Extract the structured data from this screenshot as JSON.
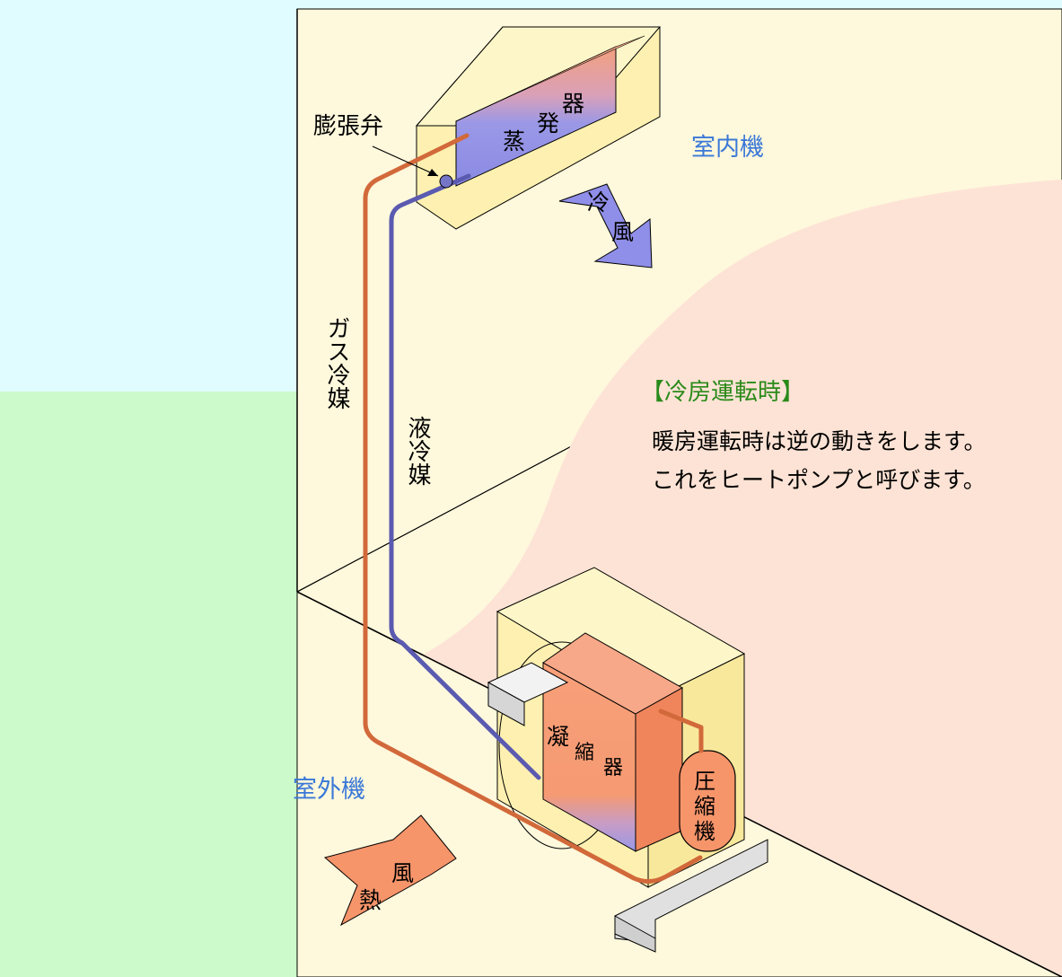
{
  "labels": {
    "expansion_valve": "膨張弁",
    "evaporator": [
      "蒸",
      "発",
      "器"
    ],
    "indoor_unit": "室内機",
    "cold_air": [
      "冷",
      "風"
    ],
    "gas_refrigerant": "ガス冷媒",
    "liquid_refrigerant": "液冷媒",
    "cooling_mode_title": "【冷房運転時】",
    "note_line1": "暖房運転時は逆の動きをします。",
    "note_line2": "これをヒートポンプと呼びます。",
    "condenser": [
      "凝",
      "縮",
      "器"
    ],
    "compressor": [
      "圧",
      "縮",
      "機"
    ],
    "outdoor_unit": "室外機",
    "hot_air": [
      "熱",
      "風"
    ]
  },
  "colors": {
    "sky": "#e0fcfe",
    "grass": "#ccfacb",
    "wall": "#fef8dc",
    "pink_zone": "#fde3d5",
    "unit_case": "#fdf0b0",
    "warm_coil": "#f6946a",
    "cool_coil": "#8f8ee8",
    "gas_pipe": "#d2693a",
    "liquid_pipe": "#5a5ab0",
    "accent_blue": "#3a78d8",
    "accent_green": "#2a8a1a"
  }
}
